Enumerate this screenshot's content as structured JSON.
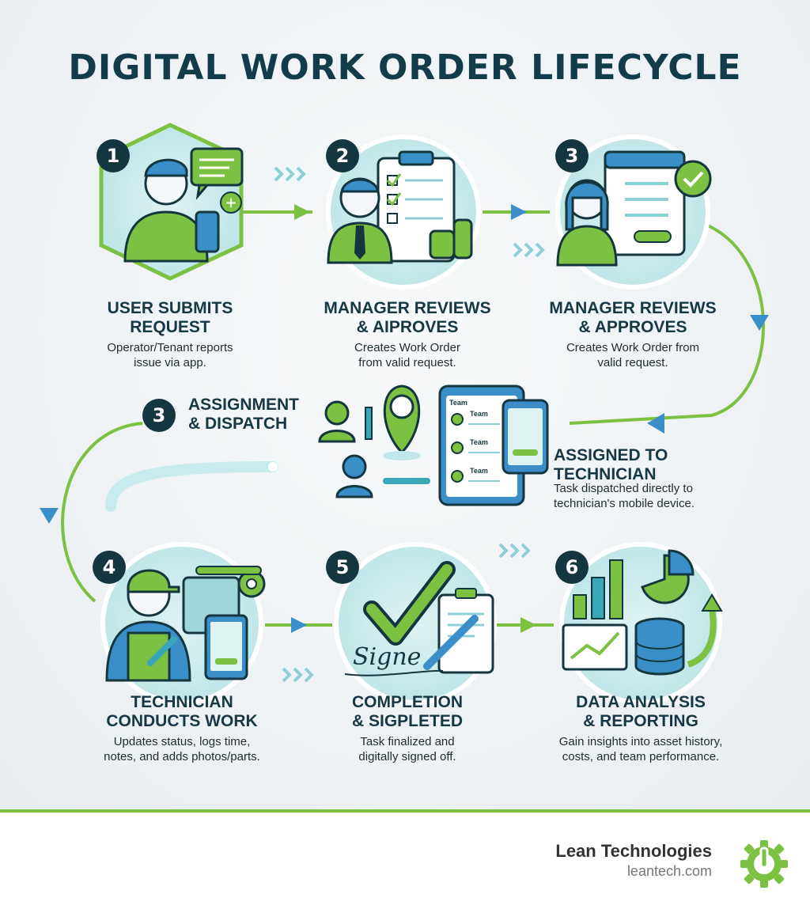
{
  "title": "DIGITAL WORK ORDER LIFECYCLE",
  "steps": [
    {
      "badge": "1",
      "title_l1": "USER SUBMITS",
      "title_l2": "REQUEST",
      "desc_l1": "Operator/Tenant reports",
      "desc_l2": "issue via app."
    },
    {
      "badge": "2",
      "title_l1": "MANAGER REVIEWS",
      "title_l2": "& AIPROVES",
      "desc_l1": "Creates Work Order",
      "desc_l2": "from valid request."
    },
    {
      "badge": "3",
      "title_l1": "MANAGER REVIEWS",
      "title_l2": "& APPROVES",
      "desc_l1": "Creates Work Order from",
      "desc_l2": "valid request."
    },
    {
      "badge": "3",
      "title_l1": "ASSIGNMENT",
      "title_l2": "& DISPATCH"
    },
    {
      "title_l1": "ASSIGNED TO",
      "title_l2": "TECHNICIAN",
      "desc_l1": "Task dispatched directly to",
      "desc_l2": "technician's mobile device."
    },
    {
      "badge": "4",
      "title_l1": "TECHNICIAN",
      "title_l2": "CONDUCTS WORK",
      "desc_l1": "Updates status, logs time,",
      "desc_l2": "notes, and adds photos/parts."
    },
    {
      "badge": "5",
      "title_l1": "COMPLETION",
      "title_l2": "& SIGPLETED",
      "desc_l1": "Task finalized and",
      "desc_l2": "digitally signed off."
    },
    {
      "badge": "6",
      "title_l1": "DATA ANALYSIS",
      "title_l2": "& REPORTING",
      "desc_l1": "Gain insights into asset history,",
      "desc_l2": "costs, and team performance."
    }
  ],
  "team_labels": [
    "Team",
    "Team",
    "Team",
    "Team"
  ],
  "signature": "Signe",
  "brand": {
    "name": "Lean Technologies",
    "url": "leantech.com"
  },
  "colors": {
    "green": "#7cc142",
    "dark": "#14363f",
    "teal": "#3aa7b8",
    "blue": "#3b8fc9"
  }
}
